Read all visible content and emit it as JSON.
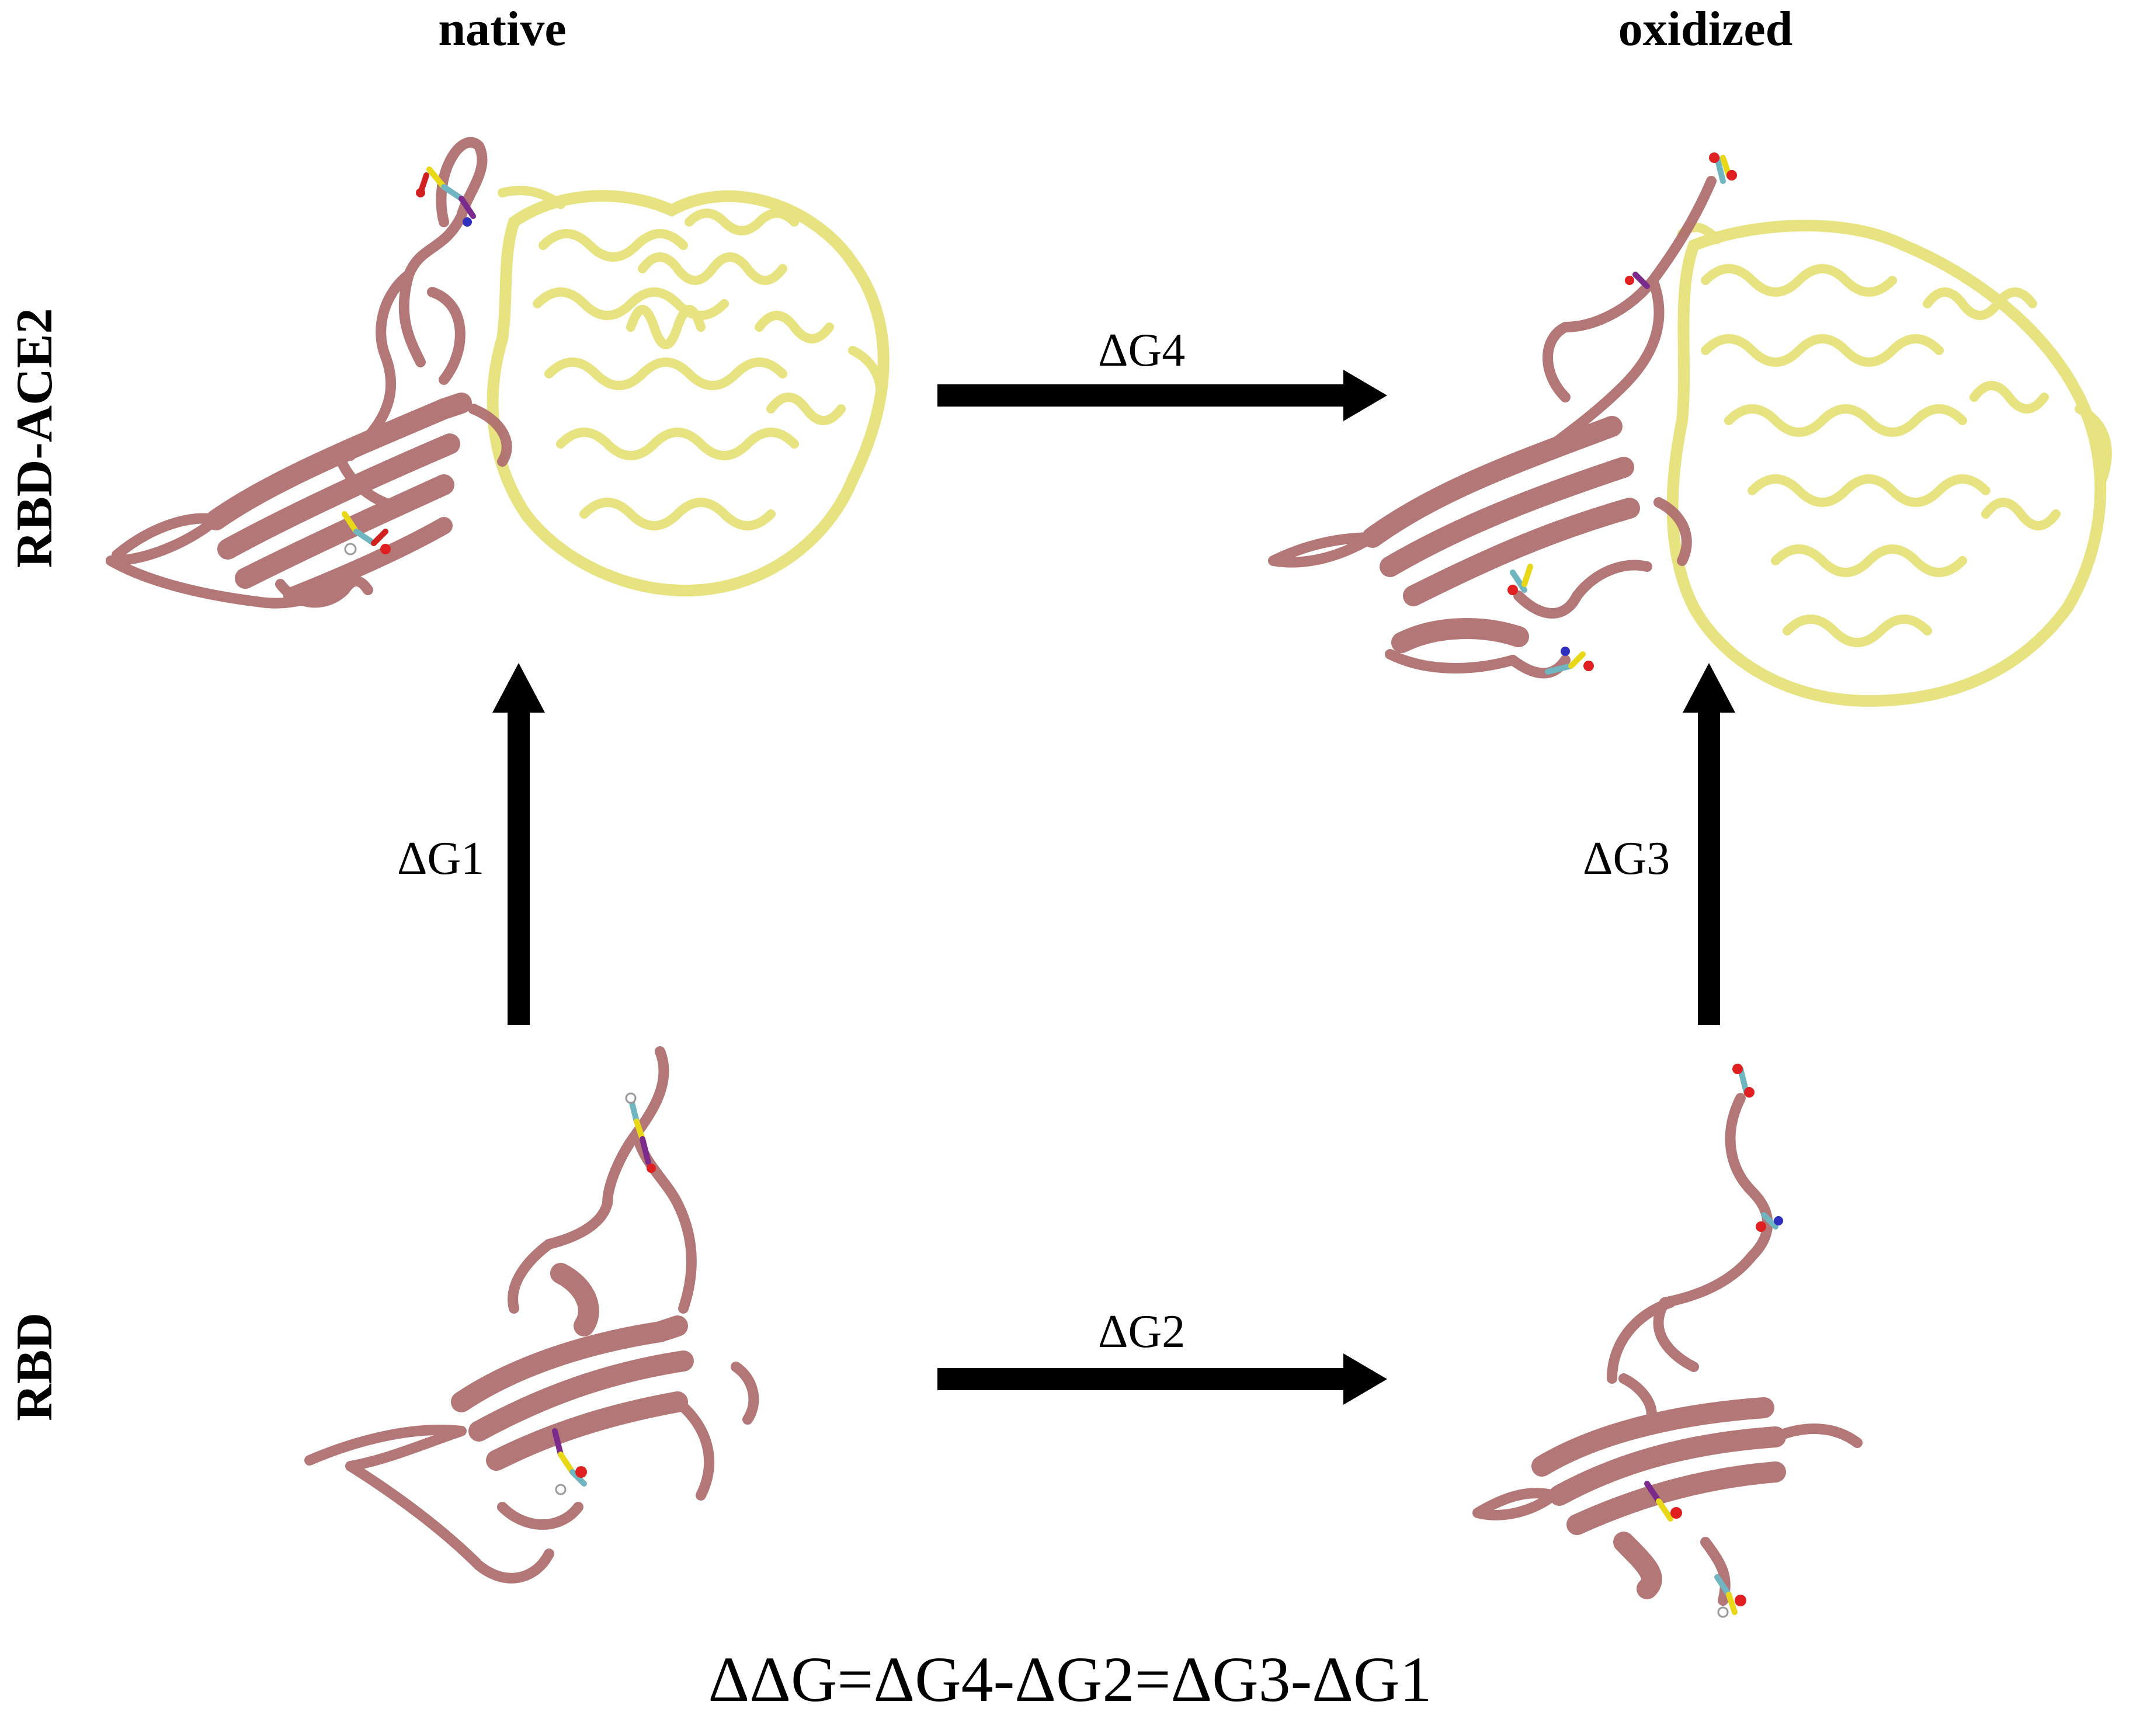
{
  "columns": {
    "left": "native",
    "right": "oxidized"
  },
  "rows": {
    "top": "RBD-ACE2",
    "bottom": "RBD"
  },
  "transitions": {
    "g1": "ΔG1",
    "g2": "ΔG2",
    "g3": "ΔG3",
    "g4": "ΔG4"
  },
  "equation": "ΔΔG=ΔG4-ΔG2=ΔG3-ΔG1",
  "colors": {
    "rbd": "#b07070",
    "ace2": "#e6e27a",
    "arrow": "#000000"
  }
}
